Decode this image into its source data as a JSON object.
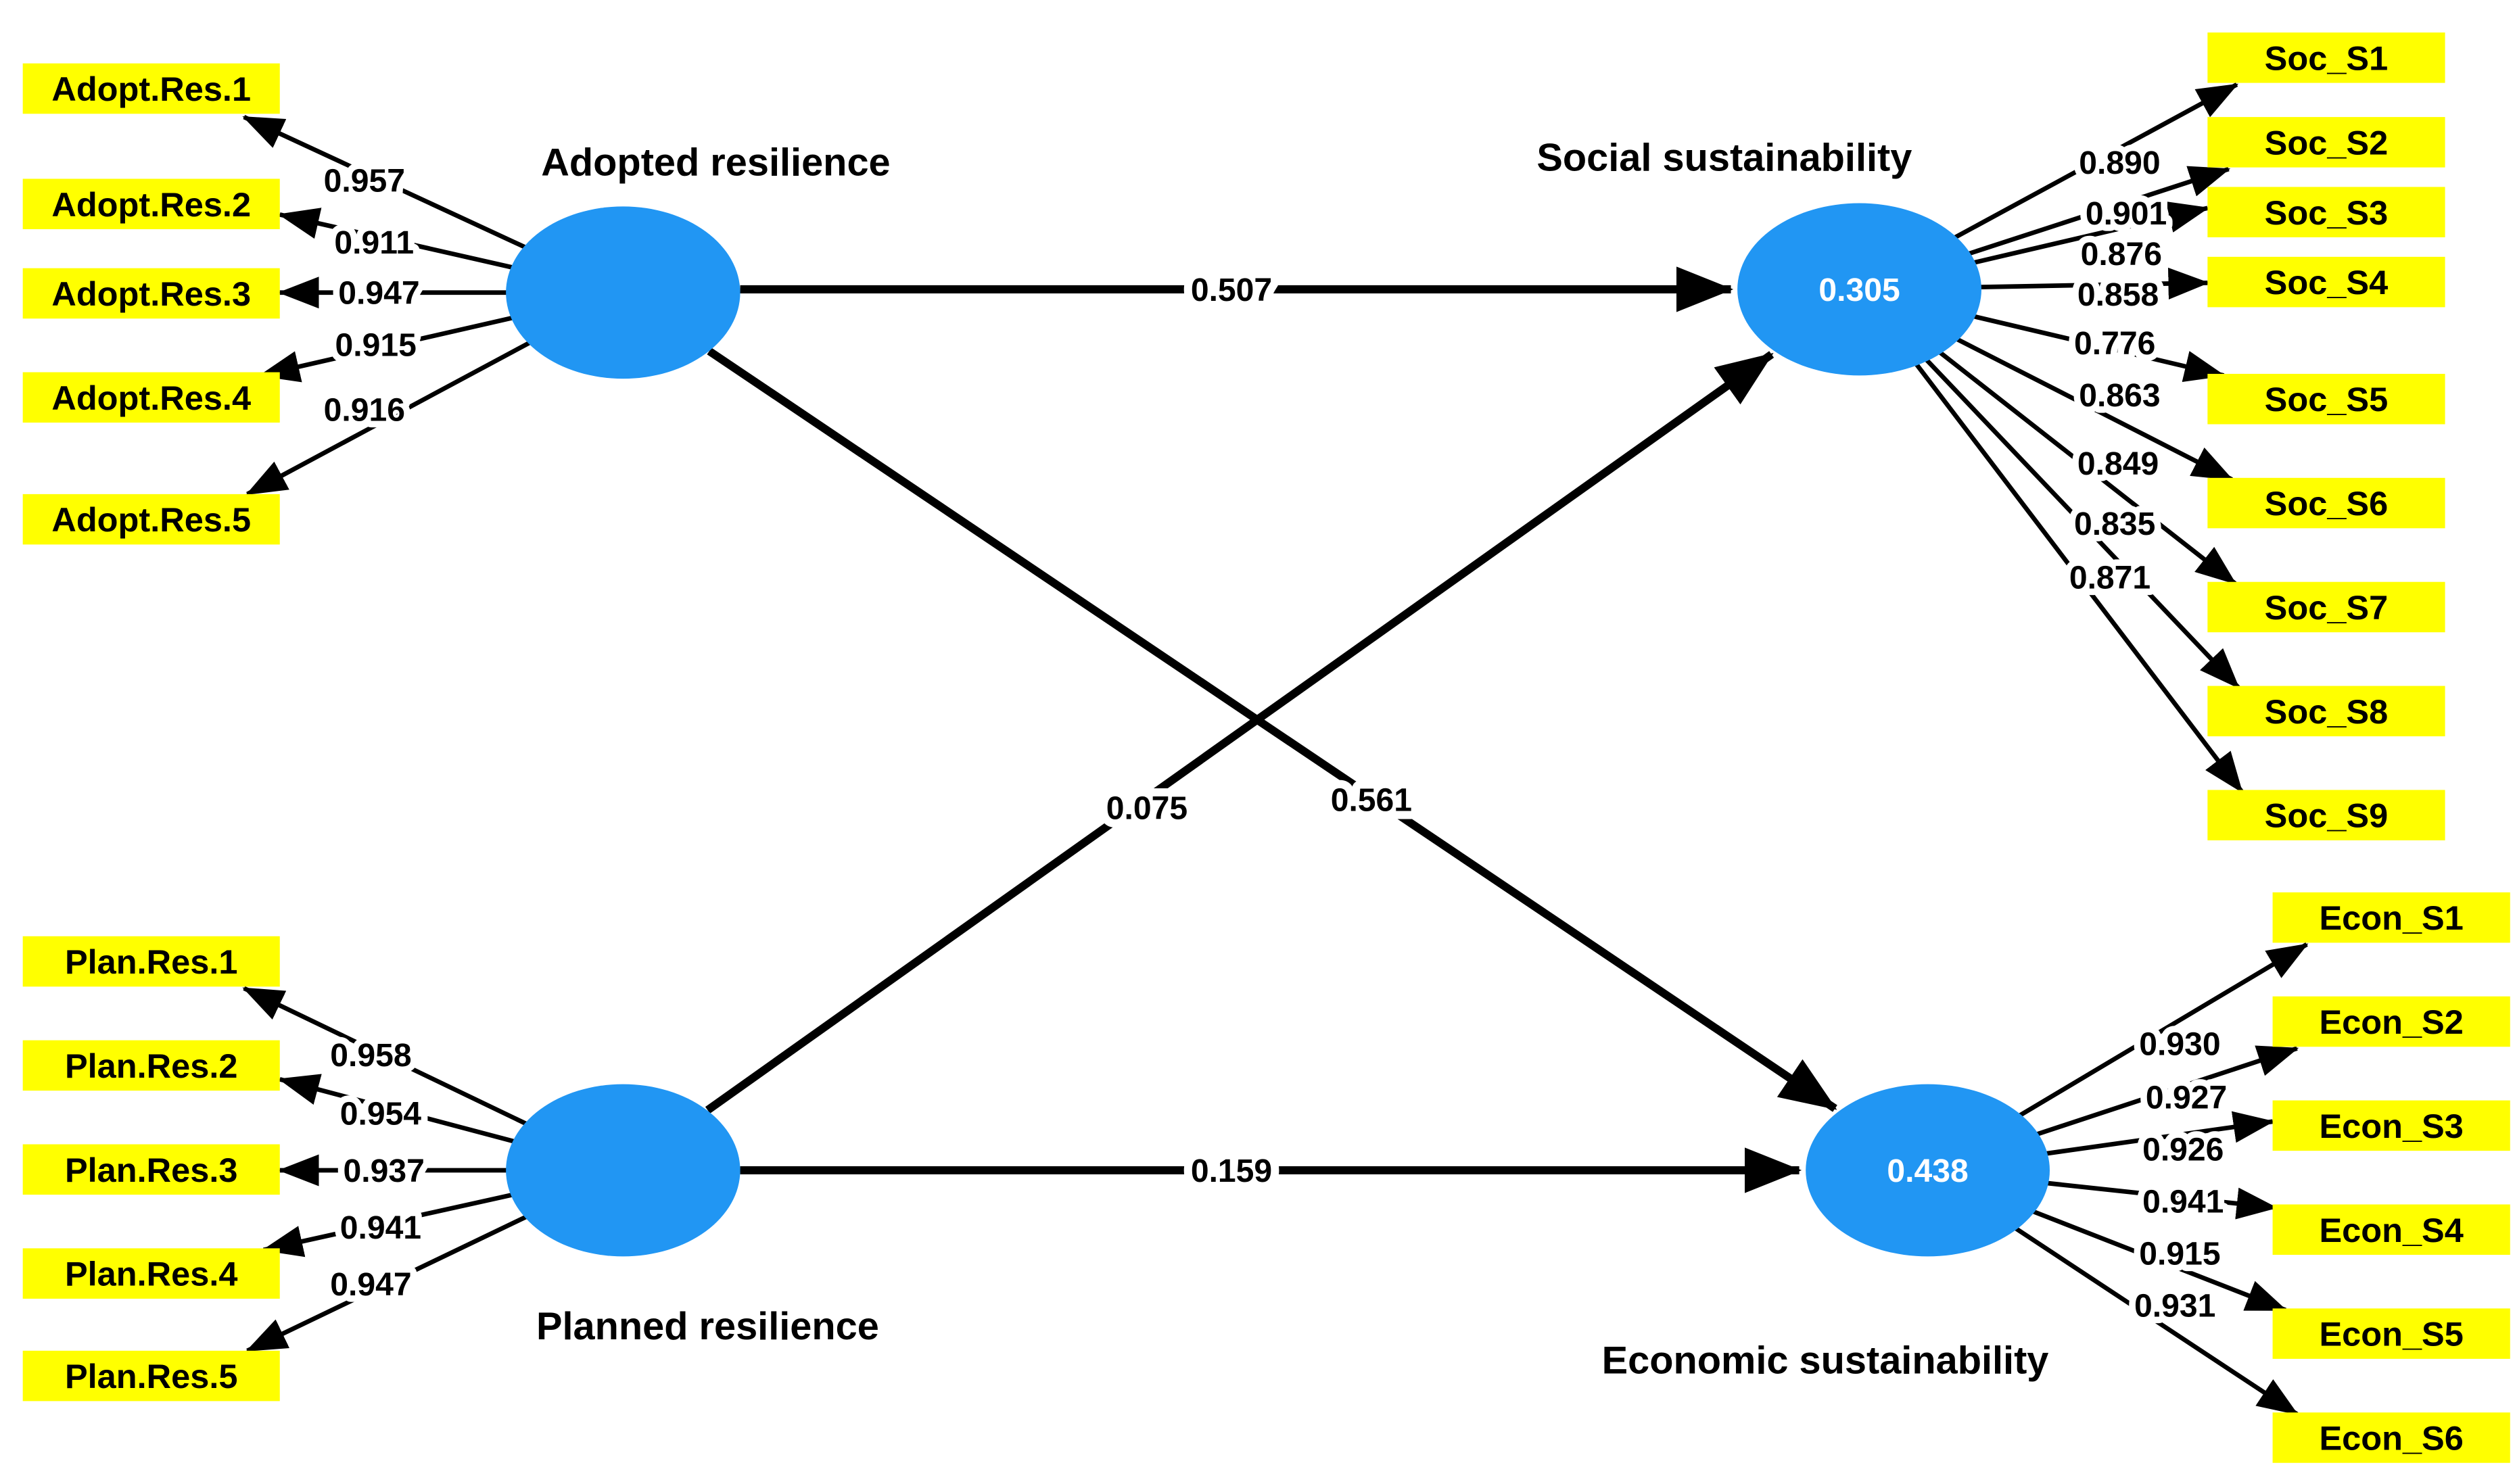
{
  "figure": {
    "background": "#ffffff",
    "colors": {
      "latent_fill": "#2196F3",
      "indicator_fill": "#FFFF00",
      "connector": "#000000",
      "latent_value_text": "#ffffff",
      "label_text": "#000000"
    },
    "latents": {
      "adopted": {
        "label": "Adopted resilience"
      },
      "social": {
        "label": "Social sustainability",
        "r2": "0.305"
      },
      "planned": {
        "label": "Planned resilience"
      },
      "economic": {
        "label": "Economic sustainability",
        "r2": "0.438"
      }
    },
    "paths": {
      "adopted_to_social": {
        "coef": "0.507"
      },
      "adopted_to_economic": {
        "coef": "0.561"
      },
      "planned_to_social": {
        "coef": "0.075"
      },
      "planned_to_economic": {
        "coef": "0.159"
      }
    },
    "indicators": {
      "adopted": [
        {
          "label": "Adopt.Res.1",
          "loading": "0.957"
        },
        {
          "label": "Adopt.Res.2",
          "loading": "0.911"
        },
        {
          "label": "Adopt.Res.3",
          "loading": "0.947"
        },
        {
          "label": "Adopt.Res.4",
          "loading": "0.915"
        },
        {
          "label": "Adopt.Res.5",
          "loading": "0.916"
        }
      ],
      "planned": [
        {
          "label": "Plan.Res.1",
          "loading": "0.958"
        },
        {
          "label": "Plan.Res.2",
          "loading": "0.954"
        },
        {
          "label": "Plan.Res.3",
          "loading": "0.937"
        },
        {
          "label": "Plan.Res.4",
          "loading": "0.941"
        },
        {
          "label": "Plan.Res.5",
          "loading": "0.947"
        }
      ],
      "social": [
        {
          "label": "Soc_S1",
          "loading": "0.890"
        },
        {
          "label": "Soc_S2",
          "loading": "0.901"
        },
        {
          "label": "Soc_S3",
          "loading": "0.876"
        },
        {
          "label": "Soc_S4",
          "loading": "0.858"
        },
        {
          "label": "Soc_S5",
          "loading": "0.776"
        },
        {
          "label": "Soc_S6",
          "loading": "0.863"
        },
        {
          "label": "Soc_S7",
          "loading": "0.849"
        },
        {
          "label": "Soc_S8",
          "loading": "0.835"
        },
        {
          "label": "Soc_S9",
          "loading": "0.871"
        }
      ],
      "economic": [
        {
          "label": "Econ_S1",
          "loading": "0.930"
        },
        {
          "label": "Econ_S2",
          "loading": "0.927"
        },
        {
          "label": "Econ_S3",
          "loading": "0.926"
        },
        {
          "label": "Econ_S4",
          "loading": "0.941"
        },
        {
          "label": "Econ_S5",
          "loading": "0.915"
        },
        {
          "label": "Econ_S6",
          "loading": "0.931"
        }
      ]
    }
  }
}
